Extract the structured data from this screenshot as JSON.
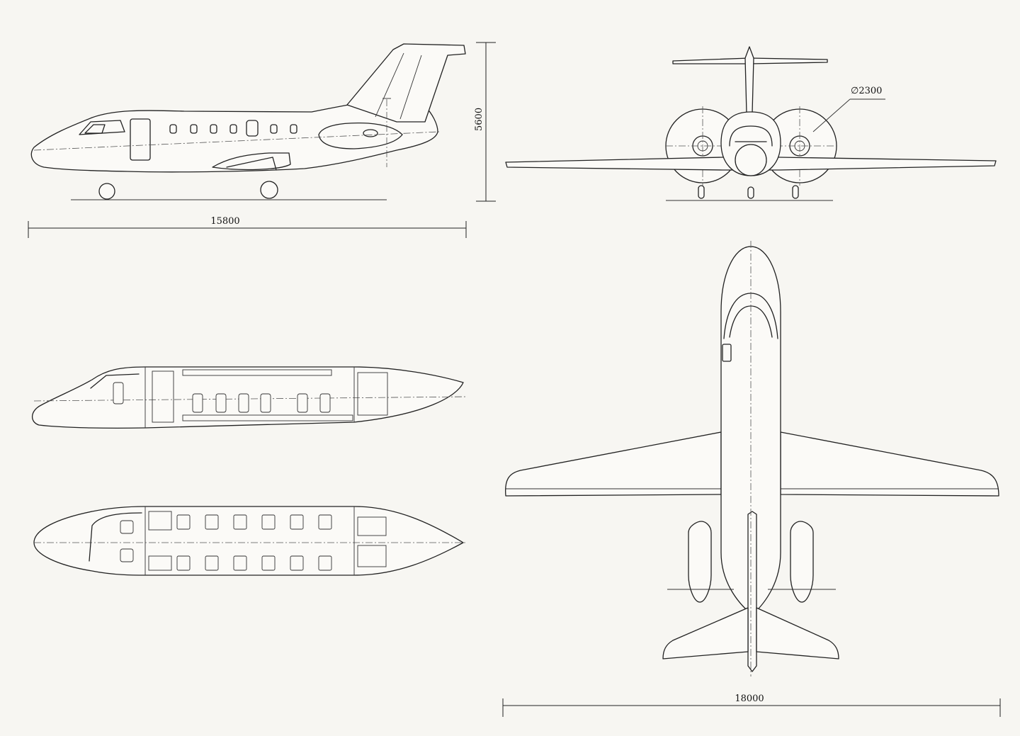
{
  "dimensions": {
    "side_length": "15800",
    "height": "5600",
    "engine_diameter": "∅2300",
    "wingspan": "18000"
  },
  "views": [
    "side-view",
    "front-view",
    "cabin-side-section",
    "cabin-plan-section",
    "top-view"
  ]
}
